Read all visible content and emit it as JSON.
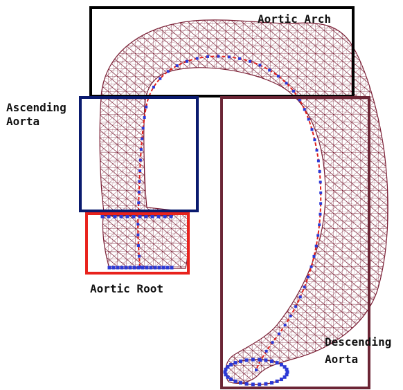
{
  "labels": {
    "aortic_arch": "Aortic Arch",
    "ascending": [
      "Ascending",
      "Aorta"
    ],
    "aortic_root": "Aortic Root",
    "descending": [
      "Descending",
      "Aorta"
    ]
  },
  "colors": {
    "mesh": "#7a1f35",
    "centerline": "#e0201c",
    "points": "#2b39d6",
    "arch_box": "#000000",
    "ascending_box": "#0a1a6e",
    "root_box": "#e8221c",
    "descending_box": "#6b2535"
  }
}
